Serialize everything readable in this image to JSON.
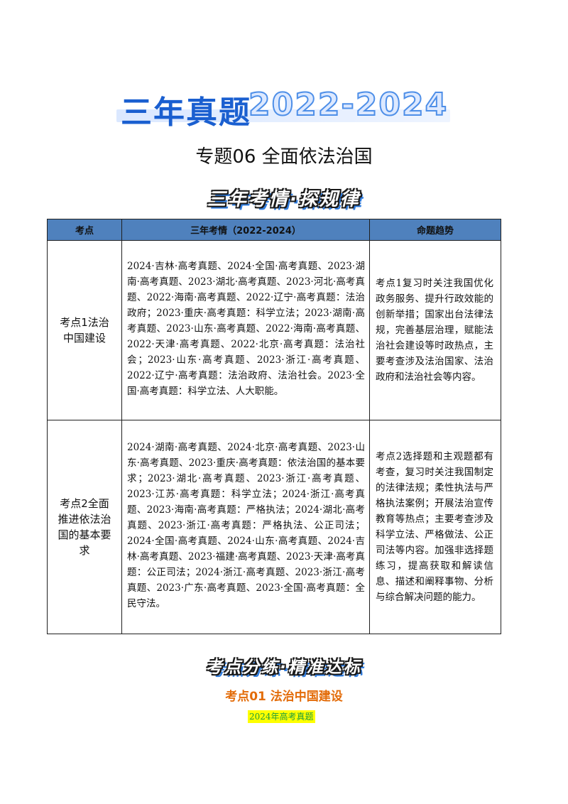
{
  "banner": {
    "strong": "三年真题",
    "years": "2022-2024"
  },
  "title": "专题06 全面依法治国",
  "section1": "三年考情·探规律",
  "table": {
    "headers": [
      "考点",
      "三年考情（2022-2024）",
      "命题趋势"
    ],
    "rows": [
      {
        "point": "考点1法治中国建设",
        "situation": "2024·吉林·高考真题、2024·全国·高考真题、2023·湖南·高考真题、2023·湖北·高考真题、2023·河北·高考真题、2022·海南·高考真题、2022·辽宁·高考真题：法治政府；2023·重庆·高考真题：科学立法；2023·湖南·高考真题、2023·山东·高考真题、2022·海南·高考真题、2022·天津·高考真题、2022·北京·高考真题：法治社会；2023·山东·高考真题、2023·浙江·高考真题、2022·辽宁·高考真题：法治政府、法治社会。2023·全国·高考真题：科学立法、人大职能。",
        "trend": "考点1复习时关注我国优化政务服务、提升行政效能的创新举措；国家出台法律法规，完善基层治理，赋能法治社会建设等时政热点，主要考查涉及法治国家、法治政府和法治社会等内容。"
      },
      {
        "point": "考点2全面推进依法治国的基本要求",
        "situation": "2024·湖南·高考真题、2024·北京·高考真题、2023·山东·高考真题、2023·重庆·高考真题：依法治国的基本要求；2023·湖北·高考真题、2023·浙江·高考真题、2023·江苏·高考真题：科学立法；2024·浙江·高考真题、2023·海南·高考真题：严格执法；2024·湖北·高考真题、2023·浙江·高考真题：严格执法、公正司法；2024·全国·高考真题、2024·山东·高考真题、2024·吉林·高考真题、2023·福建·高考真题、2023·天津·高考真题：公正司法；2024·浙江·高考真题、2023·浙江·高考真题、2023·广东·高考真题、2023·全国·高考真题：全民守法。",
        "trend": "考点2选择题和主观题都有考查，复习时关注我国制定的法律法规；柔性执法与严格执法案例；开展法治宣传教育等热点；主要考查涉及科学立法、严格做法、公正司法等内容。加强非选择题练习，提高获取和解读信息、描述和阐释事物、分析与综合解决问题的能力。"
      }
    ]
  },
  "section2": "考点分练·精准达标",
  "kaodian_title": "考点01 法治中国建设",
  "year_tag": "2024年高考真题",
  "colors": {
    "header_bg": "#4f81bd",
    "banner_blue": "#1a5fd0",
    "orange": "#e36c09",
    "highlight": "#ffff00",
    "green": "#1f9d3c"
  }
}
